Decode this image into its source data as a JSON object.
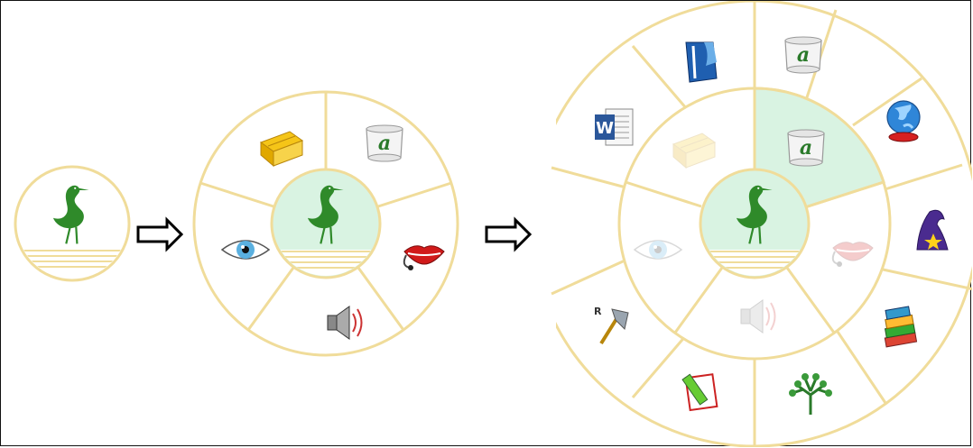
{
  "figure": {
    "stages": [
      {
        "id": "stage-1",
        "center_icon": "heron-logo-icon",
        "ring_icons": []
      },
      {
        "id": "stage-2",
        "center_icon": "heron-logo-icon",
        "ring_icons": [
          "scroll-icon",
          "lips-microphone-icon",
          "speaker-icon",
          "eye-icon",
          "gold-box-icon"
        ]
      },
      {
        "id": "stage-3",
        "center_icon": "heron-logo-icon",
        "ring_icons": [
          "scroll-icon",
          "lips-microphone-icon",
          "speaker-icon",
          "eye-icon",
          "gold-box-icon"
        ],
        "highlighted_inner": "scroll-icon",
        "outer_icons": [
          "scroll-icon",
          "globe-icon",
          "wizard-hat-icon",
          "books-icon",
          "tree-icon",
          "notepad-icon",
          "axe-icon",
          "word-document-icon",
          "blue-book-icon"
        ]
      }
    ],
    "arrows": [
      "arrow-right",
      "arrow-right"
    ],
    "word_icon_letter": "W",
    "axe_icon_letter": "R",
    "colors": {
      "highlight": "#d9f3e2",
      "ring_border": "#f0dc9a",
      "heron": "#2f8a2a",
      "wizard": "#4a2b8f",
      "word_blue": "#2b579a"
    }
  }
}
